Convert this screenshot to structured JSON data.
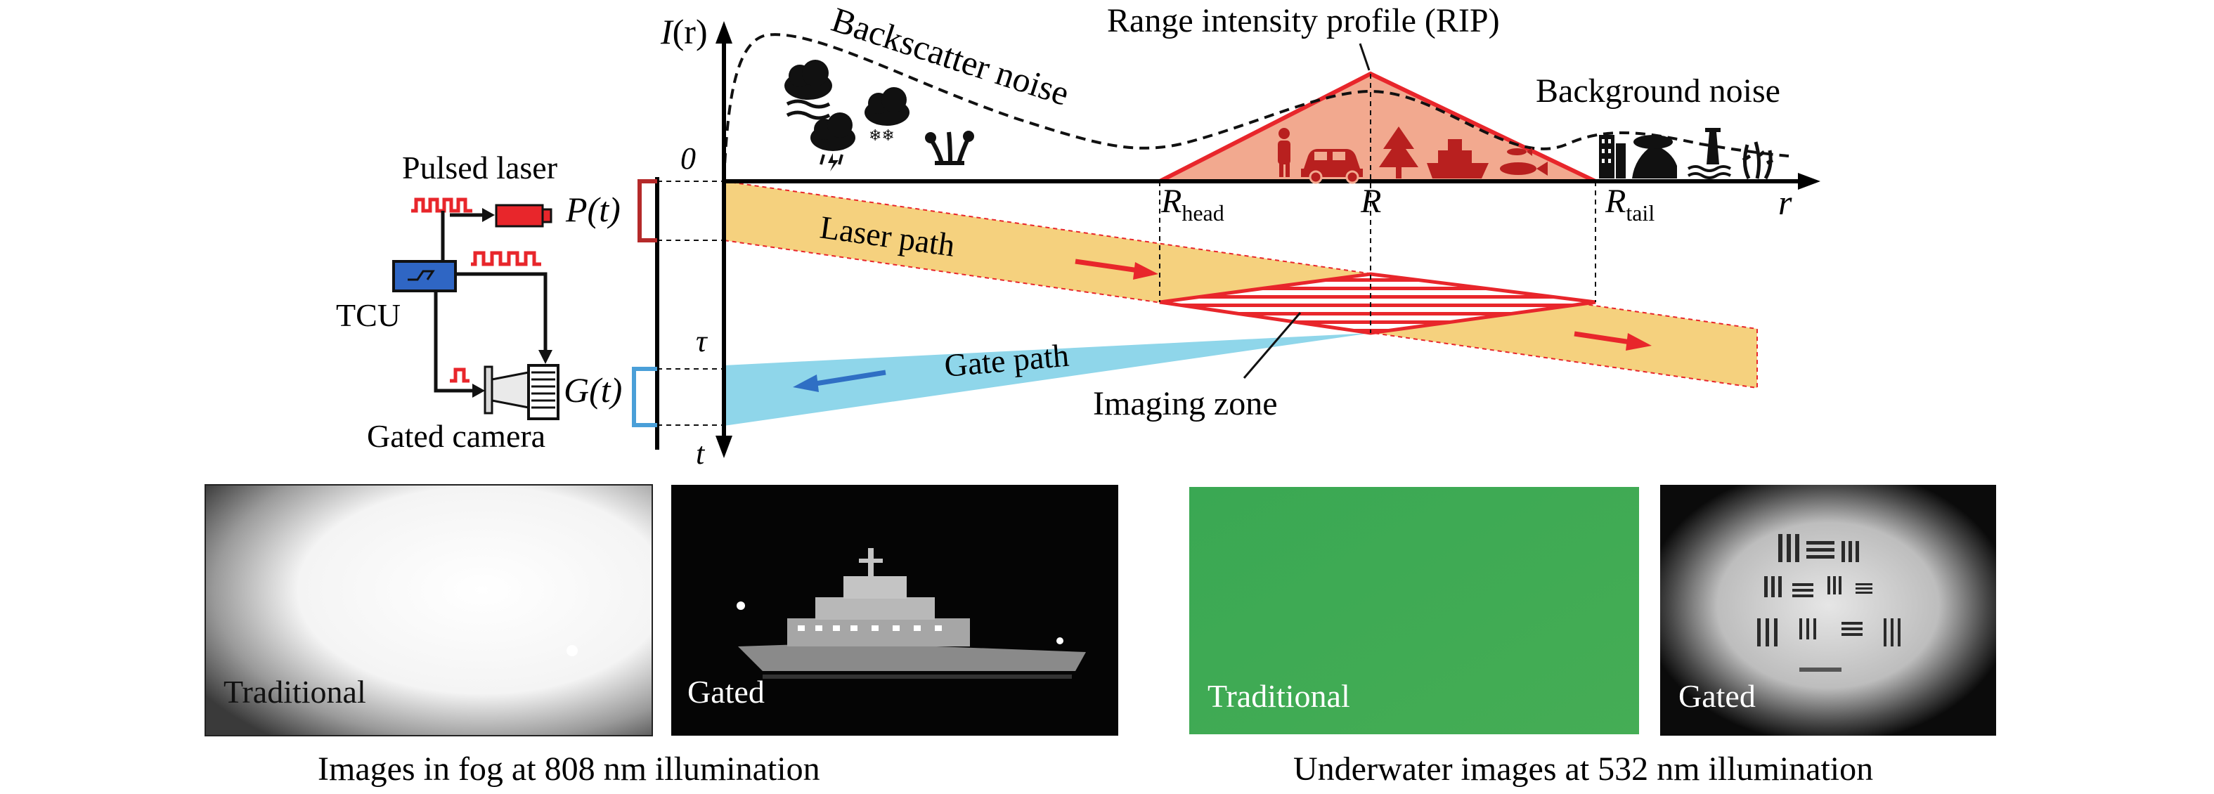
{
  "diagram": {
    "axis_y_label_main": "I",
    "axis_y_label_arg": "(r)",
    "origin_label": "0",
    "axis_x_label": "r",
    "time_axis_label": "t",
    "tau_label": "τ",
    "pt_label": "P(t)",
    "gt_label": "G(t)",
    "backscatter_label": "Backscatter noise",
    "rip_label": "Range intensity profile (RIP)",
    "background_label": "Background noise",
    "r_head_main": "R",
    "r_head_sub": "head",
    "r_center": "R",
    "r_tail_main": "R",
    "r_tail_sub": "tail",
    "laser_path_label": "Laser path",
    "gate_path_label": "Gate path",
    "imaging_zone_label": "Imaging zone",
    "pulsed_laser_label": "Pulsed laser",
    "tcu_label": "TCU",
    "gated_camera_label": "Gated camera",
    "colors": {
      "laser_path": "#f5d17e",
      "gate_path": "#8fd6ea",
      "rip_fill": "#f2a98f",
      "accent_red": "#e8262b",
      "accent_blue": "#2f6fc4",
      "tcu_blue": "#2f66c4"
    }
  },
  "panels": {
    "fog": {
      "traditional_label": "Traditional",
      "gated_label": "Gated",
      "caption": "Images in fog at 808 nm illumination"
    },
    "underwater": {
      "traditional_label": "Traditional",
      "gated_label": "Gated",
      "caption": "Underwater images at 532 nm illumination"
    }
  }
}
